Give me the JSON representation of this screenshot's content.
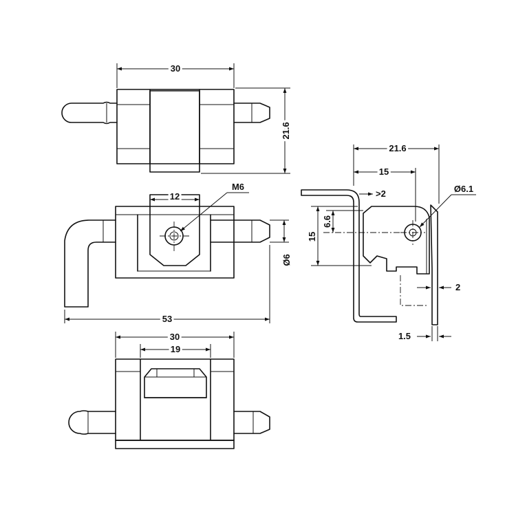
{
  "dimensions": {
    "top_width": "30",
    "top_height": "21.6",
    "front_slot_width": "12",
    "thread_label": "M6",
    "pin_diameter": "Ø6",
    "overall_length": "53",
    "bottom_width": "30",
    "bottom_inner_width": "19",
    "side_width": "21.6",
    "side_hole_pos": "15",
    "side_offset": ">2",
    "side_hole_diameter": "Ø6.1",
    "side_height_6_6": "6.6",
    "side_height_15": "15",
    "side_gap": "2",
    "side_thickness": "1.5"
  },
  "colors": {
    "line": "#111111",
    "background": "#ffffff"
  }
}
